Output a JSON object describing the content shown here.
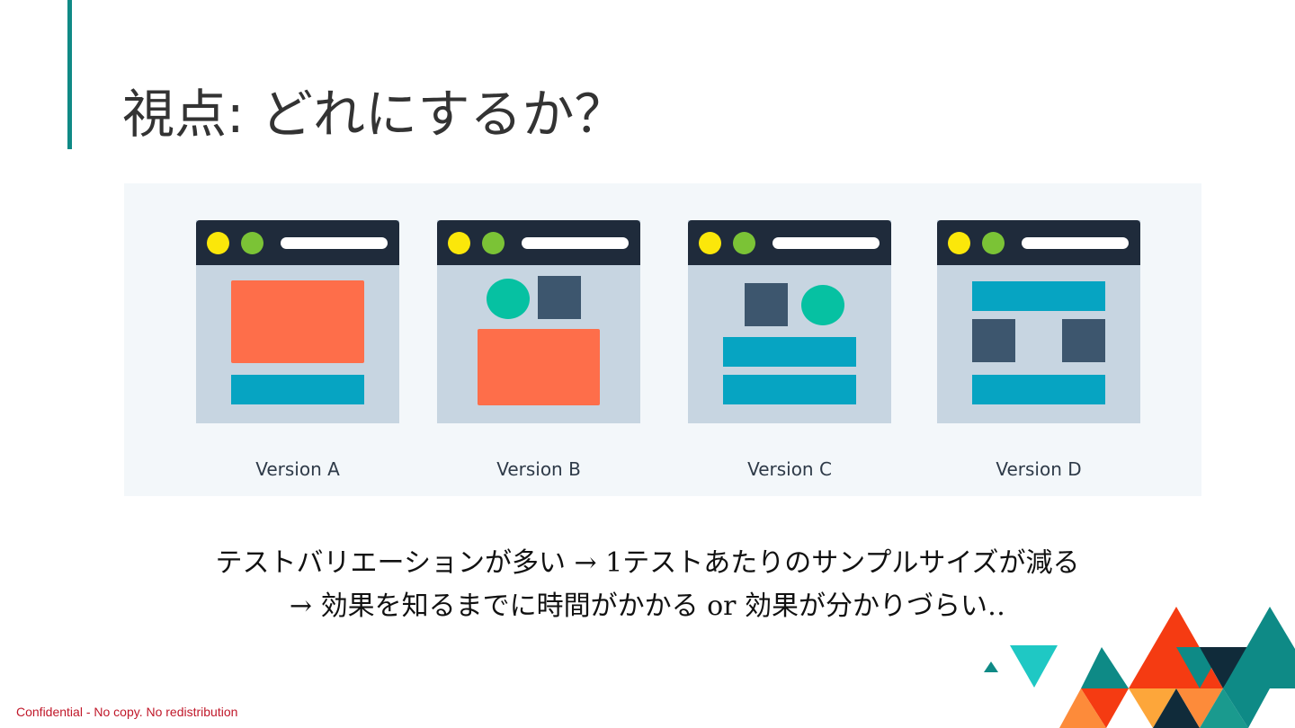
{
  "slide": {
    "title": "視点: どれにするか？",
    "body_lines": [
      "テストバリエーションが多い → 1テストあたりのサンプルサイズが減る",
      "→ 効果を知るまでに時間がかかる or 効果が分かりづらい‥"
    ],
    "footer": "Confidential - No copy. No redistribution"
  },
  "illustration": {
    "versions": [
      {
        "label": "Version A"
      },
      {
        "label": "Version B"
      },
      {
        "label": "Version C"
      },
      {
        "label": "Version D"
      }
    ]
  },
  "colors": {
    "accent": "#0f8a86",
    "orange": "#fe6e4a",
    "teal": "#06a4c2",
    "navy": "#3d566e",
    "green_circle": "#06c1a2",
    "footer_text": "#c0182a"
  }
}
